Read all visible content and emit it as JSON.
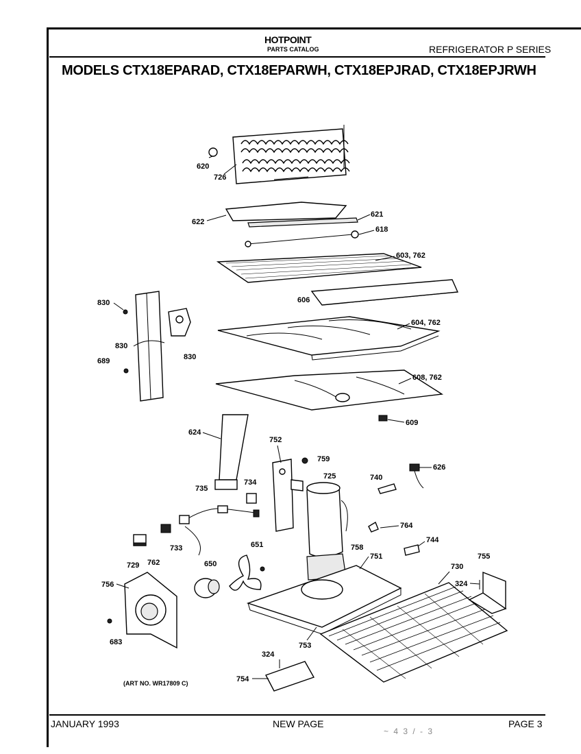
{
  "header": {
    "brand": "HOTPOINT",
    "catalog": "PARTS CATALOG",
    "series": "REFRIGERATOR P SERIES",
    "models": "MODELS CTX18EPARAD, CTX18EPARWH, CTX18EPJRAD, CTX18EPJRWH"
  },
  "art_number": "(ART NO. WR17809 C)",
  "footer": {
    "date": "JANUARY 1993",
    "status": "NEW PAGE",
    "page": "PAGE 3",
    "stamp": "~ 4 3 / - 3"
  },
  "callouts": {
    "620": "620",
    "726": "726",
    "622": "622",
    "621": "621",
    "618": "618",
    "603_762": "603, 762",
    "606": "606",
    "604_762": "604, 762",
    "608_762": "608, 762",
    "609": "609",
    "830a": "830",
    "830b": "830",
    "830c": "830",
    "689": "689",
    "624": "624",
    "752": "752",
    "759": "759",
    "725": "725",
    "740": "740",
    "626": "626",
    "735": "735",
    "734": "734",
    "733": "733",
    "764": "764",
    "758": "758",
    "744": "744",
    "751": "751",
    "729": "729",
    "762b": "762",
    "651": "651",
    "650": "650",
    "730": "730",
    "324a": "324",
    "755": "755",
    "756": "756",
    "683": "683",
    "753": "753",
    "324b": "324",
    "754": "754"
  }
}
